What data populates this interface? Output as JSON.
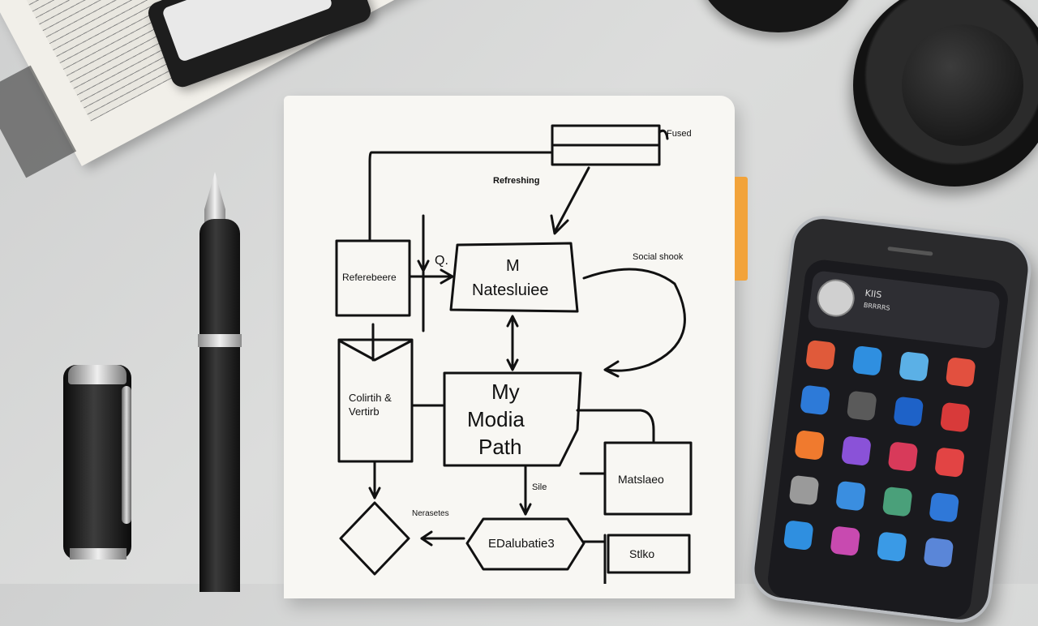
{
  "notebook": {
    "top_right_label": "Fused",
    "arrow_label": "Refreshing",
    "left_box": "Referebeere",
    "q_mark": "Q.",
    "center_box_top": "M",
    "center_box_main": "Natesluiee",
    "curve_label": "Social shook",
    "left_tall_box_line1": "Colirtih &",
    "left_tall_box_line2": "Vertirb",
    "main_box_line1": "My",
    "main_box_line2": "Modia",
    "main_box_line3": "Path",
    "right_box": "Matslaeo",
    "small_label": "Sile",
    "lower_left_label": "Nerasetes",
    "bottom_oval": "EDalubatie3",
    "bottom_right_box": "Stlko"
  },
  "phone": {
    "widget_title": "KIIS",
    "widget_sub": "BRRRRS"
  },
  "colors": {
    "background": "#d6d7d7",
    "paper": "#f8f7f3",
    "ink": "#111111",
    "tab": "#f2a33a"
  },
  "phone_app_colors": [
    "#e05a3a",
    "#2f8fe0",
    "#5bb0e6",
    "#e2503f",
    "#2d7ad8",
    "#5a5a5a",
    "#1e62c8",
    "#d83a3a",
    "#f07a2e",
    "#8a52d8",
    "#d83a5a",
    "#e24444",
    "#9a9a9a",
    "#3a8ee0",
    "#4aa07a",
    "#2f78d8",
    "#2f8fe0",
    "#c84ab0",
    "#3a9ae6",
    "#5a86d8"
  ]
}
